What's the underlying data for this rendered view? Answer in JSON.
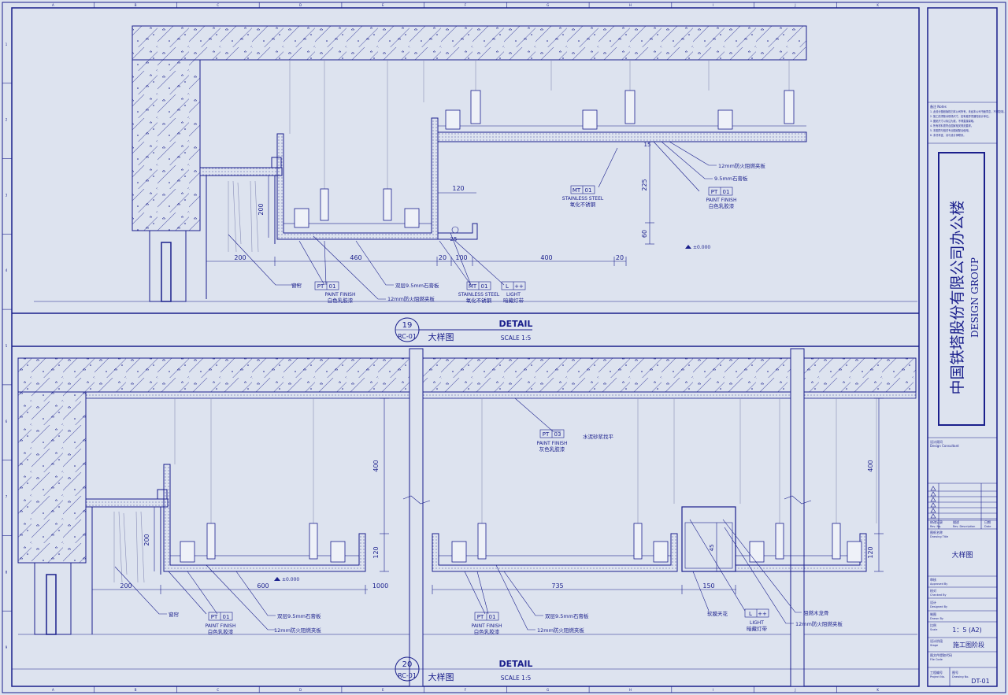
{
  "grid": {
    "columns": [
      "A",
      "B",
      "C",
      "D",
      "E",
      "F",
      "G",
      "H",
      "I",
      "J",
      "K"
    ],
    "rows": [
      "1",
      "2",
      "3",
      "4",
      "5",
      "6",
      "7",
      "8",
      "9"
    ]
  },
  "detail19": {
    "number": "19",
    "ref": "RC-01",
    "title_en": "DETAIL",
    "title_cn": "大样图",
    "scale": "SCALE 1:5",
    "dims": {
      "d200v": "200",
      "d200h": "200",
      "d460": "460",
      "d20a": "20",
      "d100": "100",
      "d400": "400",
      "d20b": "20",
      "d120": "120",
      "d225": "225",
      "d60": "60",
      "d25": "25",
      "d15": "15"
    },
    "notes": {
      "curtain": "窗帘",
      "pt01a_code": "PT",
      "pt01a_num": "01",
      "pt01a_en": "PAINT FINISH",
      "pt01a_cn": "白色乳胶漆",
      "gypsum": "双层9.5mm石膏板",
      "plywood": "12mm防火阻燃夹板",
      "ss_code": "MT",
      "ss_num": "01",
      "ss_en": "STAINLESS STEEL",
      "ss_cn": "氧化不锈钢",
      "light_code": "L",
      "light_num": "++",
      "light_en": "LIGHT",
      "light_cn": "暗藏灯带",
      "ss2_en": "STAINLESS STEEL",
      "ss2_cn": "氧化不锈钢",
      "plywood2": "12mm防火阻燃夹板",
      "gypsum2": "9.5mm石膏板",
      "pt01b_en": "PAINT FINISH",
      "pt01b_cn": "白色乳胶漆",
      "level": "±0.000"
    }
  },
  "detail20": {
    "number": "20",
    "ref": "RC-01",
    "title_en": "DETAIL",
    "title_cn": "大样图",
    "scale": "SCALE 1:5",
    "dims": {
      "d400a": "400",
      "d200": "200",
      "d120a": "120",
      "d200h": "200",
      "d600": "600",
      "d1000": "1000",
      "d735": "735",
      "d150": "150",
      "d400b": "400",
      "d120b": "120",
      "d45": "45"
    },
    "notes": {
      "pt03_code": "PT",
      "pt03_num": "03",
      "pt03_en": "PAINT FINISH",
      "pt03_cn": "灰色乳胶漆",
      "cement": "水泥砂浆找平",
      "curtain": "窗帘",
      "pt01a_en": "PAINT FINISH",
      "pt01a_cn": "白色乳胶漆",
      "gypsum": "双层9.5mm石膏板",
      "plywood": "12mm防火阻燃夹板",
      "pt01b_en": "PAINT FINISH",
      "pt01b_cn": "白色乳胶漆",
      "gypsum2": "双层9.5mm石膏板",
      "plywood2": "12mm防火阻燃夹板",
      "soft_film": "软膜天花",
      "light_code": "L",
      "light_num": "++",
      "light_en": "LIGHT",
      "light_cn": "暗藏灯带",
      "wood": "阻燃木龙骨",
      "plywood3": "12mm防火阻燃夹板",
      "level": "±0.000"
    }
  },
  "titleblock": {
    "notes_head": "备注 Notes",
    "notes": [
      "1. 此设计图纸版权归本公司所有，未经本公司书面同意，不得复制。",
      "2. 施工前须核对现场尺寸，如有差异须通知设计单位。",
      "3. 图纸尺寸以标注为准，不得直接量取。",
      "4. 所有材料须符合国家相关规范要求。",
      "5. 本图须与相关专业图纸配合使用。",
      "6. 未尽事宜，请与设计师联系。"
    ],
    "company_cn": "中国铁塔股份有限公司办公楼",
    "company_en": "DESIGN GROUP",
    "design_consultant_cn": "设计顾问",
    "design_consultant_en": "Design Consultant",
    "rev_labels": [
      "修改记录",
      "描述",
      "日期"
    ],
    "rev_labels_en": [
      "Rev. No.",
      "Rev. Description",
      "Date"
    ],
    "drawing_title_label": "图纸名称",
    "drawing_title_label_en": "Drawing Title",
    "drawing_title": "大样图",
    "approved_cn": "审核",
    "approved_en": "Approved By",
    "checked_cn": "校对",
    "checked_en": "Checked By",
    "designed_cn": "设计",
    "designed_en": "Designed By",
    "drawn_cn": "制图",
    "drawn_en": "Drawn By",
    "scale_cn": "比例",
    "scale_en": "Scale",
    "scale": "1：5 (A2)",
    "stage_cn": "设计阶段",
    "stage_en": "Stage",
    "stage": "施工图阶段",
    "file_cn": "图文件提取代码",
    "file_en": "File Code",
    "project_cn": "工程编号",
    "project_en": "Project No.",
    "drawing_no_cn": "图号",
    "drawing_no_en": "Drawing No.",
    "drawing_no": "DT-01"
  }
}
